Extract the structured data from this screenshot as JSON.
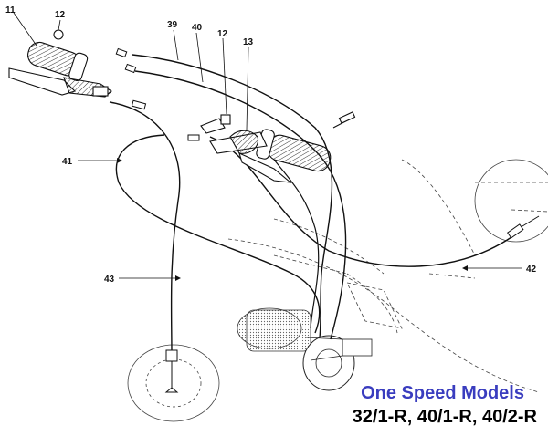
{
  "diagram": {
    "callouts": {
      "c11": "11",
      "c12a": "12",
      "c39": "39",
      "c40": "40",
      "c12b": "12",
      "c13": "13",
      "c41": "41",
      "c43": "43",
      "c42": "42"
    },
    "caption": {
      "title": "One Speed Models",
      "models": "32/1-R, 40/1-R, 40/2-R"
    },
    "colors": {
      "ink": "#111111",
      "ghost": "#444444",
      "caption_title": "#3a3dbf"
    }
  }
}
